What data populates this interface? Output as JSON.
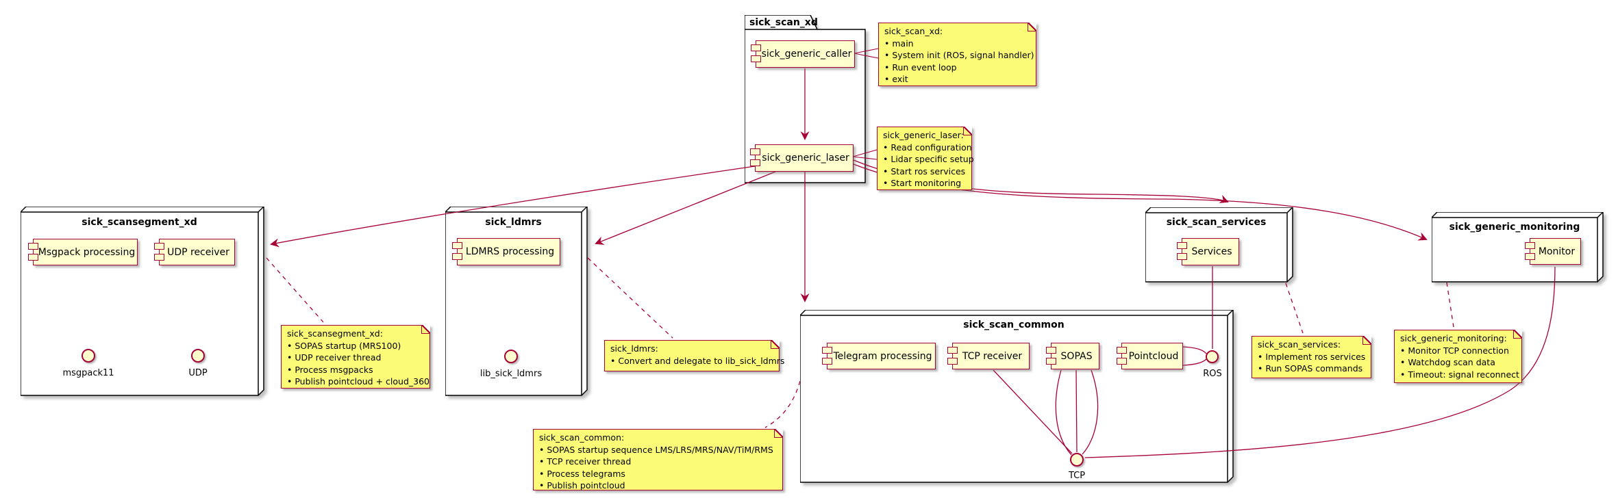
{
  "packages": {
    "scansegment": {
      "title": "sick_scansegment_xd",
      "components": {
        "msgpack": "Msgpack processing",
        "udp_receiver": "UDP receiver"
      },
      "interfaces": {
        "msgpack11": "msgpack11",
        "udp": "UDP"
      }
    },
    "ldmrs": {
      "title": "sick_ldmrs",
      "components": {
        "ldmrs_processing": "LDMRS processing"
      },
      "interfaces": {
        "lib_sick_ldmrs": "lib_sick_ldmrs"
      }
    },
    "scan_xd": {
      "title": "sick_scan_xd",
      "components": {
        "caller": "sick_generic_caller",
        "laser": "sick_generic_laser"
      }
    },
    "common": {
      "title": "sick_scan_common",
      "components": {
        "telegram": "Telegram processing",
        "tcp_receiver": "TCP receiver",
        "sopas": "SOPAS",
        "pointcloud": "Pointcloud"
      },
      "interfaces": {
        "ros": "ROS",
        "tcp": "TCP"
      }
    },
    "services": {
      "title": "sick_scan_services",
      "components": {
        "services": "Services"
      }
    },
    "monitoring": {
      "title": "sick_generic_monitoring",
      "components": {
        "monitor": "Monitor"
      }
    }
  },
  "notes": {
    "scan_xd": {
      "title": "sick_scan_xd:",
      "bullets": [
        "main",
        "System init (ROS, signal handler)",
        "Run event loop",
        "exit"
      ]
    },
    "laser": {
      "title": "sick_generic_laser:",
      "bullets": [
        "Read configuration",
        "Lidar specific setup",
        "Start ros services",
        "Start monitoring"
      ]
    },
    "scansegment": {
      "title": "sick_scansegment_xd:",
      "bullets": [
        "SOPAS startup (MRS100)",
        "UDP receiver thread",
        "Process msgpacks",
        "Publish pointcloud + cloud_360"
      ]
    },
    "ldmrs": {
      "title": "sick_ldmrs:",
      "bullets": [
        "Convert and delegate to lib_sick_ldmrs"
      ]
    },
    "common": {
      "title": "sick_scan_common:",
      "bullets": [
        "SOPAS startup sequence LMS/LRS/MRS/NAV/TiM/RMS",
        "TCP receiver thread",
        "Process telegrams",
        "Publish pointcloud"
      ]
    },
    "services": {
      "title": "sick_scan_services:",
      "bullets": [
        "Implement ros services",
        "Run SOPAS commands"
      ]
    },
    "monitoring": {
      "title": "sick_generic_monitoring:",
      "bullets": [
        "Monitor TCP connection",
        "Watchdog scan data",
        "Timeout: signal reconnect"
      ]
    }
  },
  "colors": {
    "line": "#A80036",
    "component_fill": "#FEFECE",
    "note_fill": "#FBFB77",
    "package_border": "#000000",
    "background": "#FFFFFF"
  }
}
